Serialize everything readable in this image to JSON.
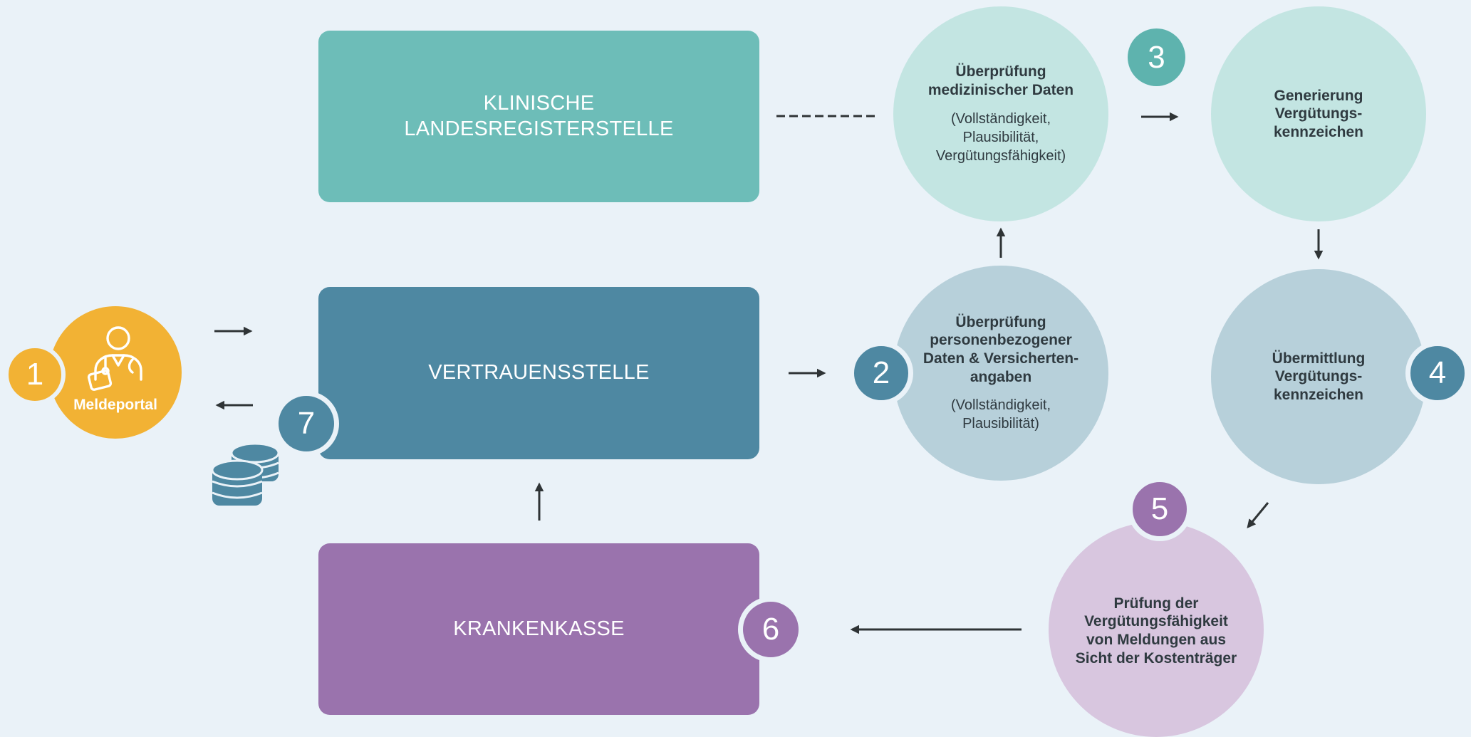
{
  "colors": {
    "background": "#EAF2F8",
    "teal_box": "#6DBDB8",
    "blue_box": "#4E88A2",
    "purple_box": "#9A73AD",
    "teal_circle": "#C3E5E2",
    "blue_circle": "#B7D0DA",
    "purple_circle": "#D8C6DF",
    "teal_badge": "#5EB3AE",
    "blue_badge": "#4E88A2",
    "purple_badge": "#9A73AD",
    "yellow": "#F2B234",
    "arrow": "#2f3436"
  },
  "boxes": {
    "landesregister": "KLINISCHE\nLANDESREGISTERSTELLE",
    "vertrauensstelle": "VERTRAUENSSTELLE",
    "krankenkasse": "KRANKENKASSE"
  },
  "meldeportal": {
    "number": "1",
    "label": "Meldeportal",
    "icon": "doctor-icon"
  },
  "steps": {
    "medical": {
      "title": "Überprüfung\nmedizinischer Daten",
      "detail": "(Vollständigkeit,\nPlausibilität,\nVergütungsfähigkeit)"
    },
    "personal": {
      "title": "Überprüfung\npersonenbezogener\nDaten & Versicherten-\nangaben",
      "detail": "(Vollständigkeit,\nPlausibilität)"
    },
    "generate": {
      "title": "Generierung\nVergütungs-\nkennzeichen"
    },
    "transmit": {
      "title": "Übermittlung\nVergütungs-\nkennzeichen"
    },
    "check": {
      "title": "Prüfung der\nVergütungsfähigkeit\nvon Meldungen aus\nSicht der Kostenträger"
    }
  },
  "badges": {
    "b2": "2",
    "b3": "3",
    "b4": "4",
    "b5": "5",
    "b6": "6",
    "b7": "7"
  },
  "coins_icon": "coins-icon"
}
